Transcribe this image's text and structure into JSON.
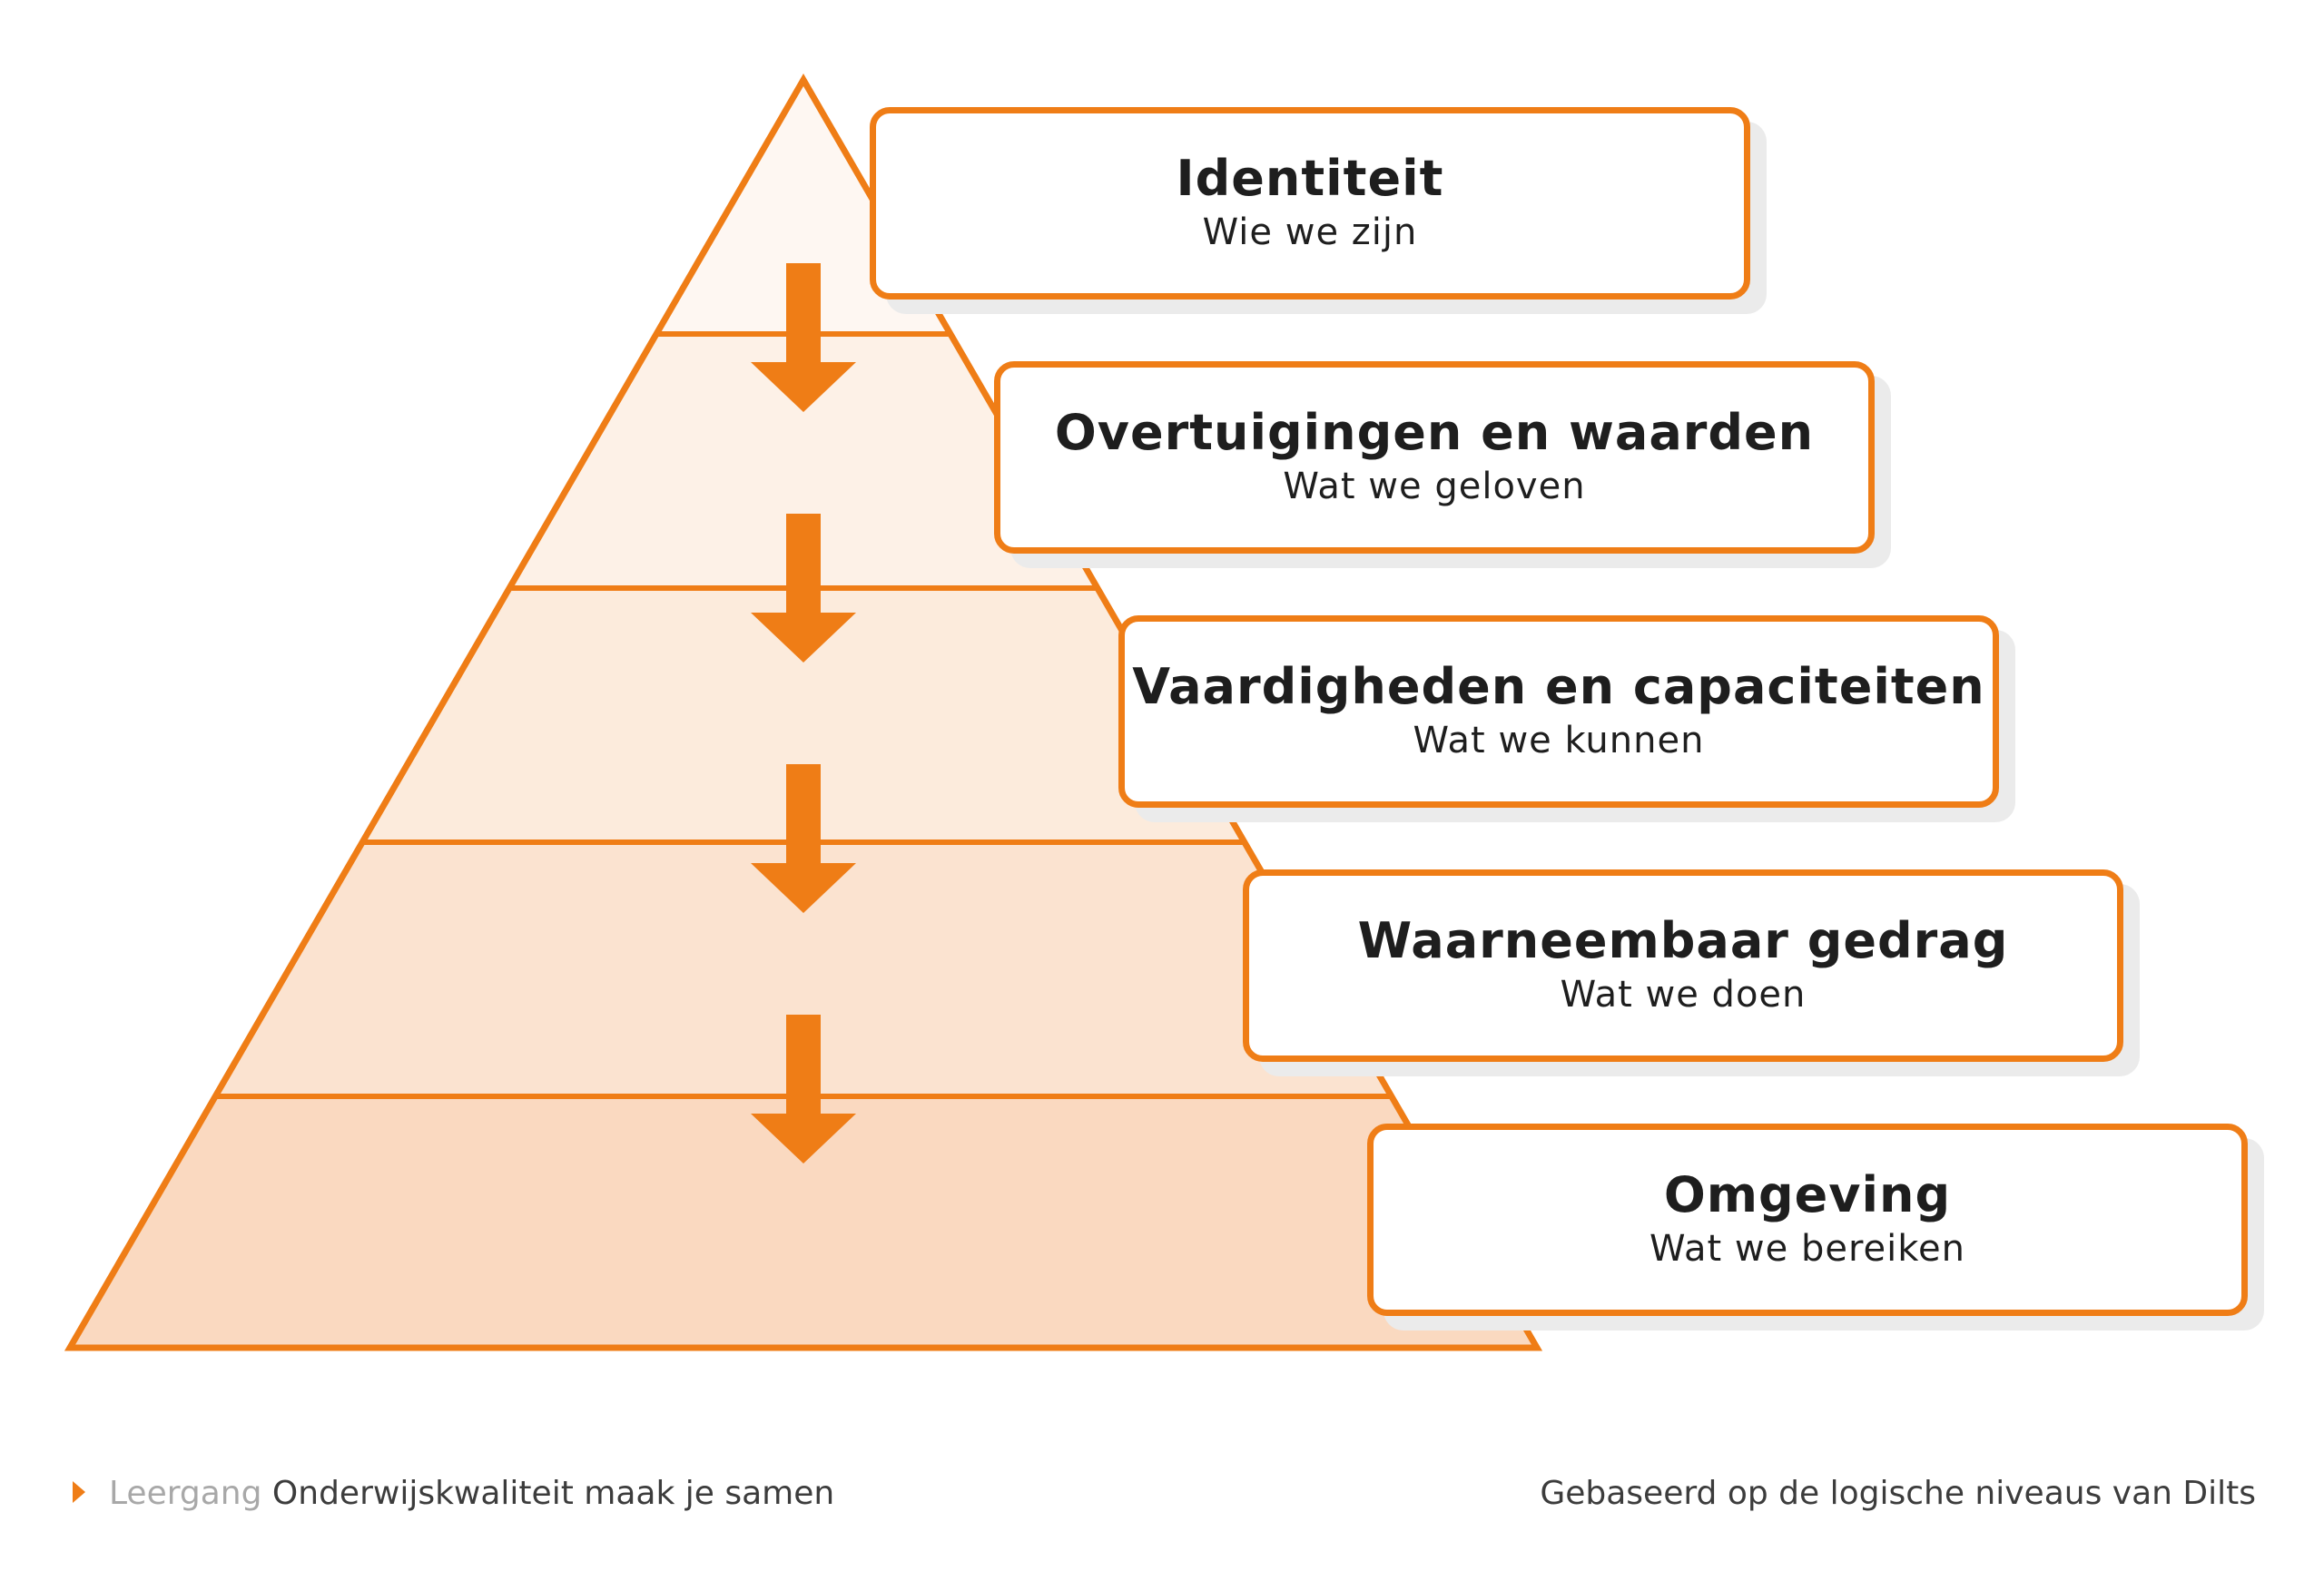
{
  "colors": {
    "accent": "#ef7d16",
    "tier_fills": [
      "#fef7f2",
      "#fdf1e7",
      "#fcebdc",
      "#fbe3d0",
      "#fad9c0"
    ],
    "text": "#1e1e1e",
    "muted": "#a8a8a8"
  },
  "levels": [
    {
      "title": "Identiteit",
      "subtitle": "Wie we zijn"
    },
    {
      "title": "Overtuigingen en waarden",
      "subtitle": "Wat we geloven"
    },
    {
      "title": "Vaardigheden en capaciteiten",
      "subtitle": "Wat we kunnen"
    },
    {
      "title": "Waarneembaar gedrag",
      "subtitle": "Wat we doen"
    },
    {
      "title": "Omgeving",
      "subtitle": "Wat we bereiken"
    }
  ],
  "footer": {
    "left_prefix": "Leergang",
    "left_title": "Onderwijskwaliteit maak je samen",
    "right": "Gebaseerd op de logische niveaus van Dilts"
  },
  "icons": {
    "arrows": "arrow-down-icon",
    "footer_marker": "triangle-right-icon"
  }
}
